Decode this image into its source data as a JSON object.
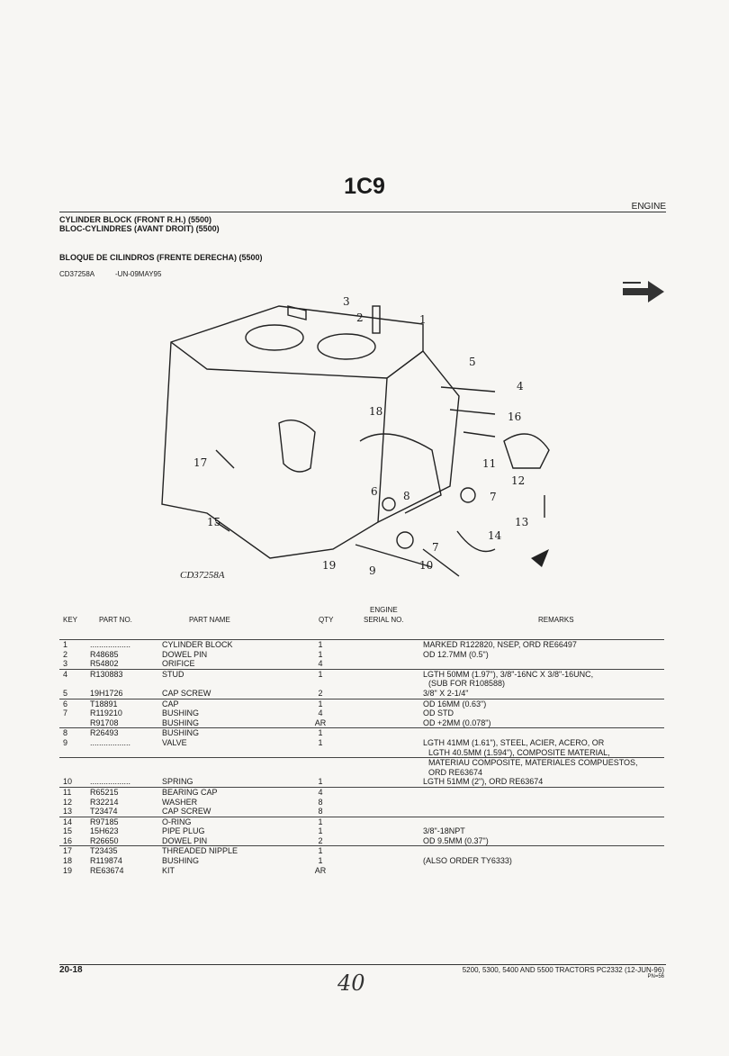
{
  "page": {
    "code": "1C9",
    "section": "ENGINE",
    "title_en": "CYLINDER BLOCK (FRONT R.H.) (5500)",
    "title_fr": "BLOC-CYLINDRES (AVANT DROIT) (5500)",
    "title_es": "BLOQUE DE CILINDROS (FRENTE DERECHA) (5500)",
    "illustration_id": "CD37258A",
    "illustration_date": "-UN-09MAY95",
    "diagram_caption": "CD37258A",
    "callouts": [
      "3",
      "2",
      "1",
      "5",
      "4",
      "16",
      "18",
      "17",
      "11",
      "12",
      "6",
      "8",
      "7",
      "13",
      "14",
      "15",
      "7",
      "10",
      "9",
      "19"
    ]
  },
  "table": {
    "headers": {
      "key": "KEY",
      "part_no": "PART NO.",
      "part_name": "PART NAME",
      "qty": "QTY",
      "serial_1": "ENGINE",
      "serial_2": "SERIAL NO.",
      "remarks": "REMARKS"
    },
    "rows": [
      {
        "key": "1",
        "part_no": "..................",
        "name": "CYLINDER BLOCK",
        "qty": "1",
        "remarks": [
          "MARKED R122820, NSEP, ORD RE66497"
        ],
        "sep": true
      },
      {
        "key": "2",
        "part_no": "R48685",
        "name": "DOWEL PIN",
        "qty": "1",
        "remarks": [
          "OD 12.7MM (0.5\")"
        ]
      },
      {
        "key": "3",
        "part_no": "R54802",
        "name": "ORIFICE",
        "qty": "4",
        "remarks": []
      },
      {
        "key": "4",
        "part_no": "R130883",
        "name": "STUD",
        "qty": "1",
        "remarks": [
          "LGTH 50MM (1.97\"), 3/8\"-16NC X 3/8\"-16UNC,",
          "(SUB FOR R108588)"
        ],
        "sep": true
      },
      {
        "key": "5",
        "part_no": "19H1726",
        "name": "CAP SCREW",
        "qty": "2",
        "remarks": [
          "3/8\" X 2-1/4\""
        ]
      },
      {
        "key": "6",
        "part_no": "T18891",
        "name": "CAP",
        "qty": "1",
        "remarks": [
          "OD 16MM (0.63\")"
        ],
        "sep": true
      },
      {
        "key": "7",
        "part_no": "R119210",
        "name": "BUSHING",
        "qty": "4",
        "remarks": [
          "OD STD"
        ]
      },
      {
        "key": "",
        "part_no": "R91708",
        "name": "BUSHING",
        "qty": "AR",
        "remarks": [
          "OD +2MM (0.078\")"
        ]
      },
      {
        "key": "8",
        "part_no": "R26493",
        "name": "BUSHING",
        "qty": "1",
        "remarks": [],
        "sep": true
      },
      {
        "key": "9",
        "part_no": "..................",
        "name": "VALVE",
        "qty": "1",
        "remarks": [
          "LGTH 41MM (1.61\"), STEEL, ACIER, ACERO, OR",
          "LGTH 40.5MM (1.594\"), COMPOSITE MATERIAL,",
          "MATERIAU COMPOSITE, MATERIALES COMPUESTOS,",
          "ORD RE63674"
        ]
      },
      {
        "key": "10",
        "part_no": "..................",
        "name": "SPRING",
        "qty": "1",
        "remarks": [
          "LGTH 51MM (2\"), ORD RE63674"
        ]
      },
      {
        "key": "11",
        "part_no": "R65215",
        "name": "BEARING CAP",
        "qty": "4",
        "remarks": [],
        "sep": true
      },
      {
        "key": "12",
        "part_no": "R32214",
        "name": "WASHER",
        "qty": "8",
        "remarks": []
      },
      {
        "key": "13",
        "part_no": "T23474",
        "name": "CAP SCREW",
        "qty": "8",
        "remarks": []
      },
      {
        "key": "14",
        "part_no": "R97185",
        "name": "O-RING",
        "qty": "1",
        "remarks": [],
        "sep": true
      },
      {
        "key": "15",
        "part_no": "15H623",
        "name": "PIPE PLUG",
        "qty": "1",
        "remarks": [
          "3/8\"-18NPT"
        ]
      },
      {
        "key": "16",
        "part_no": "R26650",
        "name": "DOWEL PIN",
        "qty": "2",
        "remarks": [
          "OD 9.5MM (0.37\")"
        ]
      },
      {
        "key": "17",
        "part_no": "T23435",
        "name": "THREADED NIPPLE",
        "qty": "1",
        "remarks": [],
        "sep": true
      },
      {
        "key": "18",
        "part_no": "R119874",
        "name": "BUSHING",
        "qty": "1",
        "remarks": [
          "(ALSO ORDER TY6333)"
        ]
      },
      {
        "key": "19",
        "part_no": "RE63674",
        "name": "KIT",
        "qty": "AR",
        "remarks": []
      }
    ]
  },
  "footer": {
    "page_number": "20-18",
    "models": "5200, 5300, 5400 AND 5500 TRACTORS   PC2332     (12-JUN-96)",
    "pn": "PN=56",
    "handwritten": "40"
  }
}
